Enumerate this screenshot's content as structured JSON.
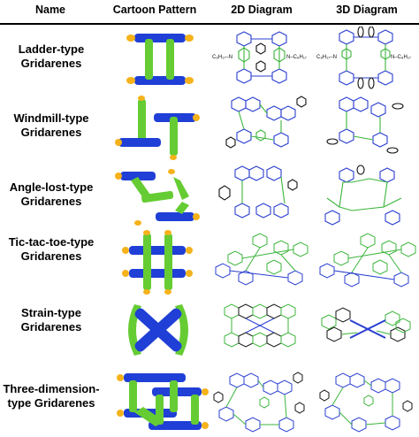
{
  "columns": [
    "Name",
    "Cartoon Pattern",
    "2D Diagram",
    "3D Diagram"
  ],
  "rows": [
    {
      "name_line1": "Ladder-type",
      "name_line2": "Gridarenes",
      "label_left": "C₈H₁₇–N",
      "label_right": "N–C₈H₁₇",
      "label_left_3d": "C₈H₁₇–N",
      "label_right_3d": "N–C₈H₁₇"
    },
    {
      "name_line1": "Windmill-type",
      "name_line2": "Gridarenes"
    },
    {
      "name_line1": "Angle-lost-type",
      "name_line2": "Gridarenes"
    },
    {
      "name_line1": "Tic-tac-toe-type",
      "name_line2": "Gridarenes"
    },
    {
      "name_line1": "Strain-type",
      "name_line2": "Gridarenes"
    },
    {
      "name_line1": "Three-dimension-",
      "name_line2": "type Gridarenes"
    }
  ],
  "colors": {
    "blue_rod": "#1f3fd6",
    "green_rod": "#66cc33",
    "caps": "#f5b21a",
    "mol_blue": "#2a3fd0",
    "mol_green": "#3bb53b",
    "mol_black": "#111111"
  }
}
